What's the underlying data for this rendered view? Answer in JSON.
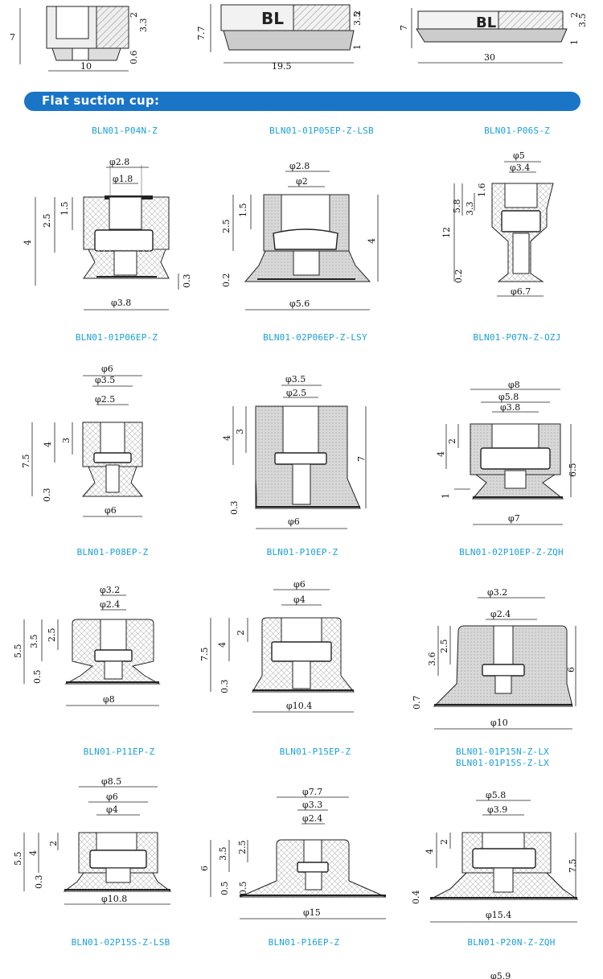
{
  "section": {
    "title": "Flat suction cup:",
    "bar_color": "#1a75c6"
  },
  "label_color": "#1aa0d8",
  "top_row": [
    {
      "widths": [
        "10"
      ],
      "heights": [
        "7",
        "2",
        "3.3",
        "0.6"
      ]
    },
    {
      "brand": "BL",
      "widths": [
        "19.5"
      ],
      "heights": [
        "7.7",
        "2",
        "3.5",
        "1"
      ]
    },
    {
      "brand": "BL",
      "widths": [
        "30"
      ],
      "heights": [
        "7",
        "2",
        "3.5",
        "1"
      ]
    }
  ],
  "models": [
    {
      "name": "BLN01-P04N-Z",
      "dims": {
        "top": [
          "φ2.8",
          "φ1.8"
        ],
        "left": [
          "4",
          "2.5",
          "1.5"
        ],
        "right": [
          "0.3"
        ],
        "bottom": "φ3.8"
      }
    },
    {
      "name": "BLN01-01P05EP-Z-LSB",
      "dims": {
        "top": [
          "φ2.8",
          "φ2"
        ],
        "left": [
          "2.5",
          "1.5",
          "0.2"
        ],
        "right": [
          "4"
        ],
        "bottom": "φ5.6"
      }
    },
    {
      "name": "BLN01-P06S-Z",
      "dims": {
        "top": [
          "φ5",
          "φ3.4"
        ],
        "left": [
          "12",
          "5.8",
          "3.3",
          "1.6",
          "0.2"
        ],
        "right": [],
        "bottom": "φ6.7"
      }
    },
    {
      "name": "BLN01-01P06EP-Z",
      "dims": {
        "top": [
          "φ6",
          "φ3.5",
          "φ2.5"
        ],
        "left": [
          "7.5",
          "4",
          "3",
          "0.3"
        ],
        "right": [],
        "bottom": "φ6"
      }
    },
    {
      "name": "BLN01-02P06EP-Z-LSY",
      "dims": {
        "top": [
          "φ3.5",
          "φ2.5"
        ],
        "left": [
          "4",
          "3",
          "0.3"
        ],
        "right": [
          "7"
        ],
        "bottom": "φ6"
      }
    },
    {
      "name": "BLN01-P07N-Z-OZJ",
      "dims": {
        "top": [
          "φ8",
          "φ5.8",
          "φ3.8"
        ],
        "left": [
          "4",
          "2",
          "1"
        ],
        "right": [
          "6.5"
        ],
        "bottom": "φ7"
      }
    },
    {
      "name": "BLN01-P08EP-Z",
      "dims": {
        "top": [
          "φ3.2",
          "φ2.4"
        ],
        "left": [
          "5.5",
          "3.5",
          "2.5",
          "0.5"
        ],
        "right": [],
        "bottom": "φ8"
      }
    },
    {
      "name": "BLN01-P10EP-Z",
      "dims": {
        "top": [
          "φ6",
          "φ4"
        ],
        "left": [
          "7.5",
          "4",
          "2",
          "0.3"
        ],
        "right": [],
        "bottom": "φ10.4"
      }
    },
    {
      "name": "BLN01-02P10EP-Z-ZQH",
      "dims": {
        "top": [
          "φ3.2",
          "φ2.4"
        ],
        "left": [
          "3.6",
          "2.5",
          "0.7"
        ],
        "right": [
          "6"
        ],
        "bottom": "φ10"
      }
    },
    {
      "name": "BLN01-P11EP-Z",
      "dims": {
        "top": [
          "φ8.5",
          "φ6",
          "φ4"
        ],
        "left": [
          "5.5",
          "4",
          "2",
          "0.3"
        ],
        "right": [],
        "bottom": "φ10.8"
      }
    },
    {
      "name": "BLN01-P15EP-Z",
      "dims": {
        "top": [
          "φ7.7",
          "φ3.3",
          "φ2.4"
        ],
        "left": [
          "6",
          "3.5",
          "2.5",
          "0.5",
          "0.5"
        ],
        "right": [],
        "bottom": "φ15"
      }
    },
    {
      "name": "BLN01-01P15N-Z-LX",
      "name2": "BLN01-01P15S-Z-LX",
      "dims": {
        "top": [
          "φ5.8",
          "φ3.9"
        ],
        "left": [
          "4",
          "2",
          "0.4"
        ],
        "right": [
          "7.5"
        ],
        "bottom": "φ15.4"
      }
    },
    {
      "name": "BLN01-02P15S-Z-LSB"
    },
    {
      "name": "BLN01-P16EP-Z"
    },
    {
      "name": "BLN01-P20N-Z-ZQH"
    }
  ],
  "footer_cut_text": "φ5.9"
}
